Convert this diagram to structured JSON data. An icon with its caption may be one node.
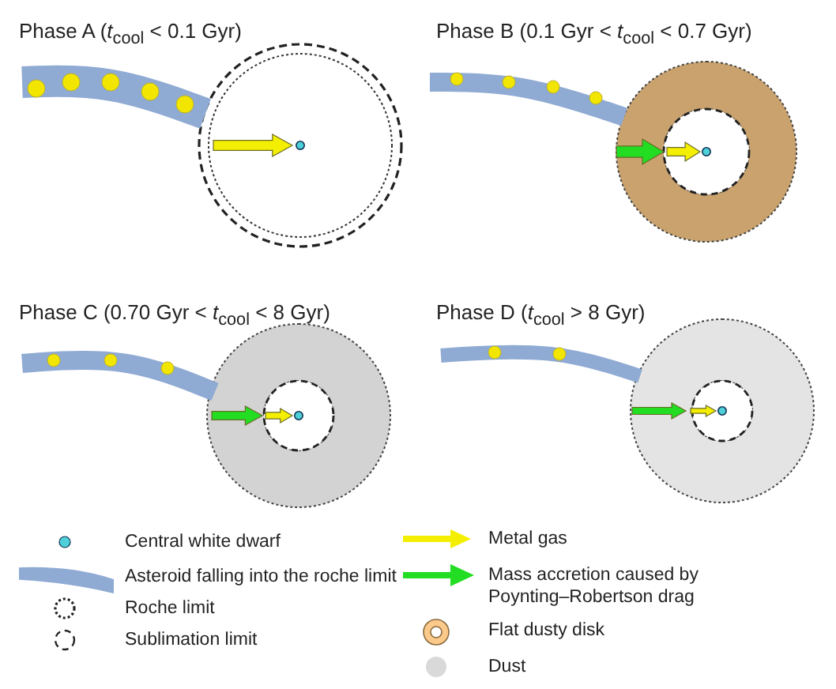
{
  "diagram": {
    "labels": [
      "Phase A (*t*$_{cool}$ < 0.1 Gyr)",
      "Phase B (0.1 Gyr < *t*$_{cool}$ < 0.7 Gyr)",
      "Phase C (0.70 Gyr < *t*$_{cool}$ < 8 Gyr)",
      "Phase D (*t*$_{cool}$ > 8 Gyr)"
    ],
    "legend": [
      {
        "text": "Central white dwarf"
      },
      {
        "text": "Asteroid falling into the roche limit"
      },
      {
        "text": "Roche limit"
      },
      {
        "text": "Sublimation limit"
      },
      {
        "text": "Metal gas"
      },
      {
        "text": "Mass accretion caused by Poynting–Robertson drag"
      },
      {
        "text": "Flat dusty disk"
      },
      {
        "text": "Dust",
        "color": "#d9d9d9"
      }
    ]
  }
}
